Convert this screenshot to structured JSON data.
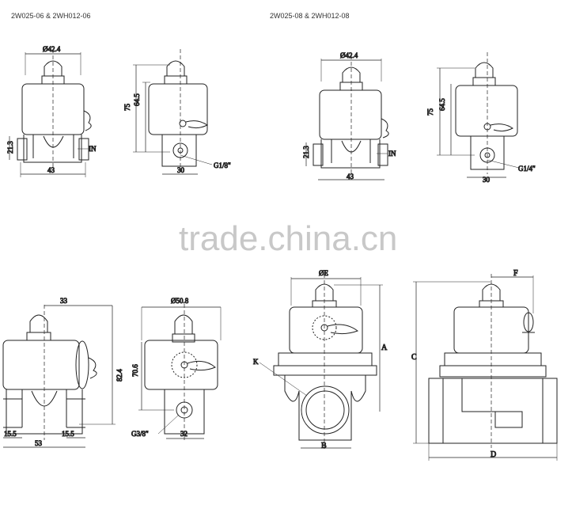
{
  "headers": {
    "left": "2W025-06 & 2WH012-06",
    "right": "2W025-08 & 2WH012-08"
  },
  "watermark": "trade.china.cn",
  "drawings": {
    "model06": {
      "dia": "Ø42.4",
      "h75": "75",
      "h645": "64.5",
      "h213": "21.3",
      "inlet": "IN",
      "w43": "43",
      "w30": "30",
      "port": "G1/8\""
    },
    "model08": {
      "dia": "Ø42.4",
      "h75": "75",
      "h645": "64.5",
      "h213": "21.3",
      "inlet": "IN",
      "w43": "43",
      "w30": "30",
      "port": "G1/4\""
    },
    "model10": {
      "w33": "33",
      "h824": "82.4",
      "w155a": "15.5",
      "w155b": "15.5",
      "w53": "53",
      "dia": "Ø50.8",
      "h706": "70.6",
      "port": "G3/8\"",
      "w32": "32"
    },
    "large": {
      "dia": "ØE",
      "a": "A",
      "k": "K",
      "b": "B",
      "c": "C",
      "f": "F",
      "d": "D"
    }
  }
}
